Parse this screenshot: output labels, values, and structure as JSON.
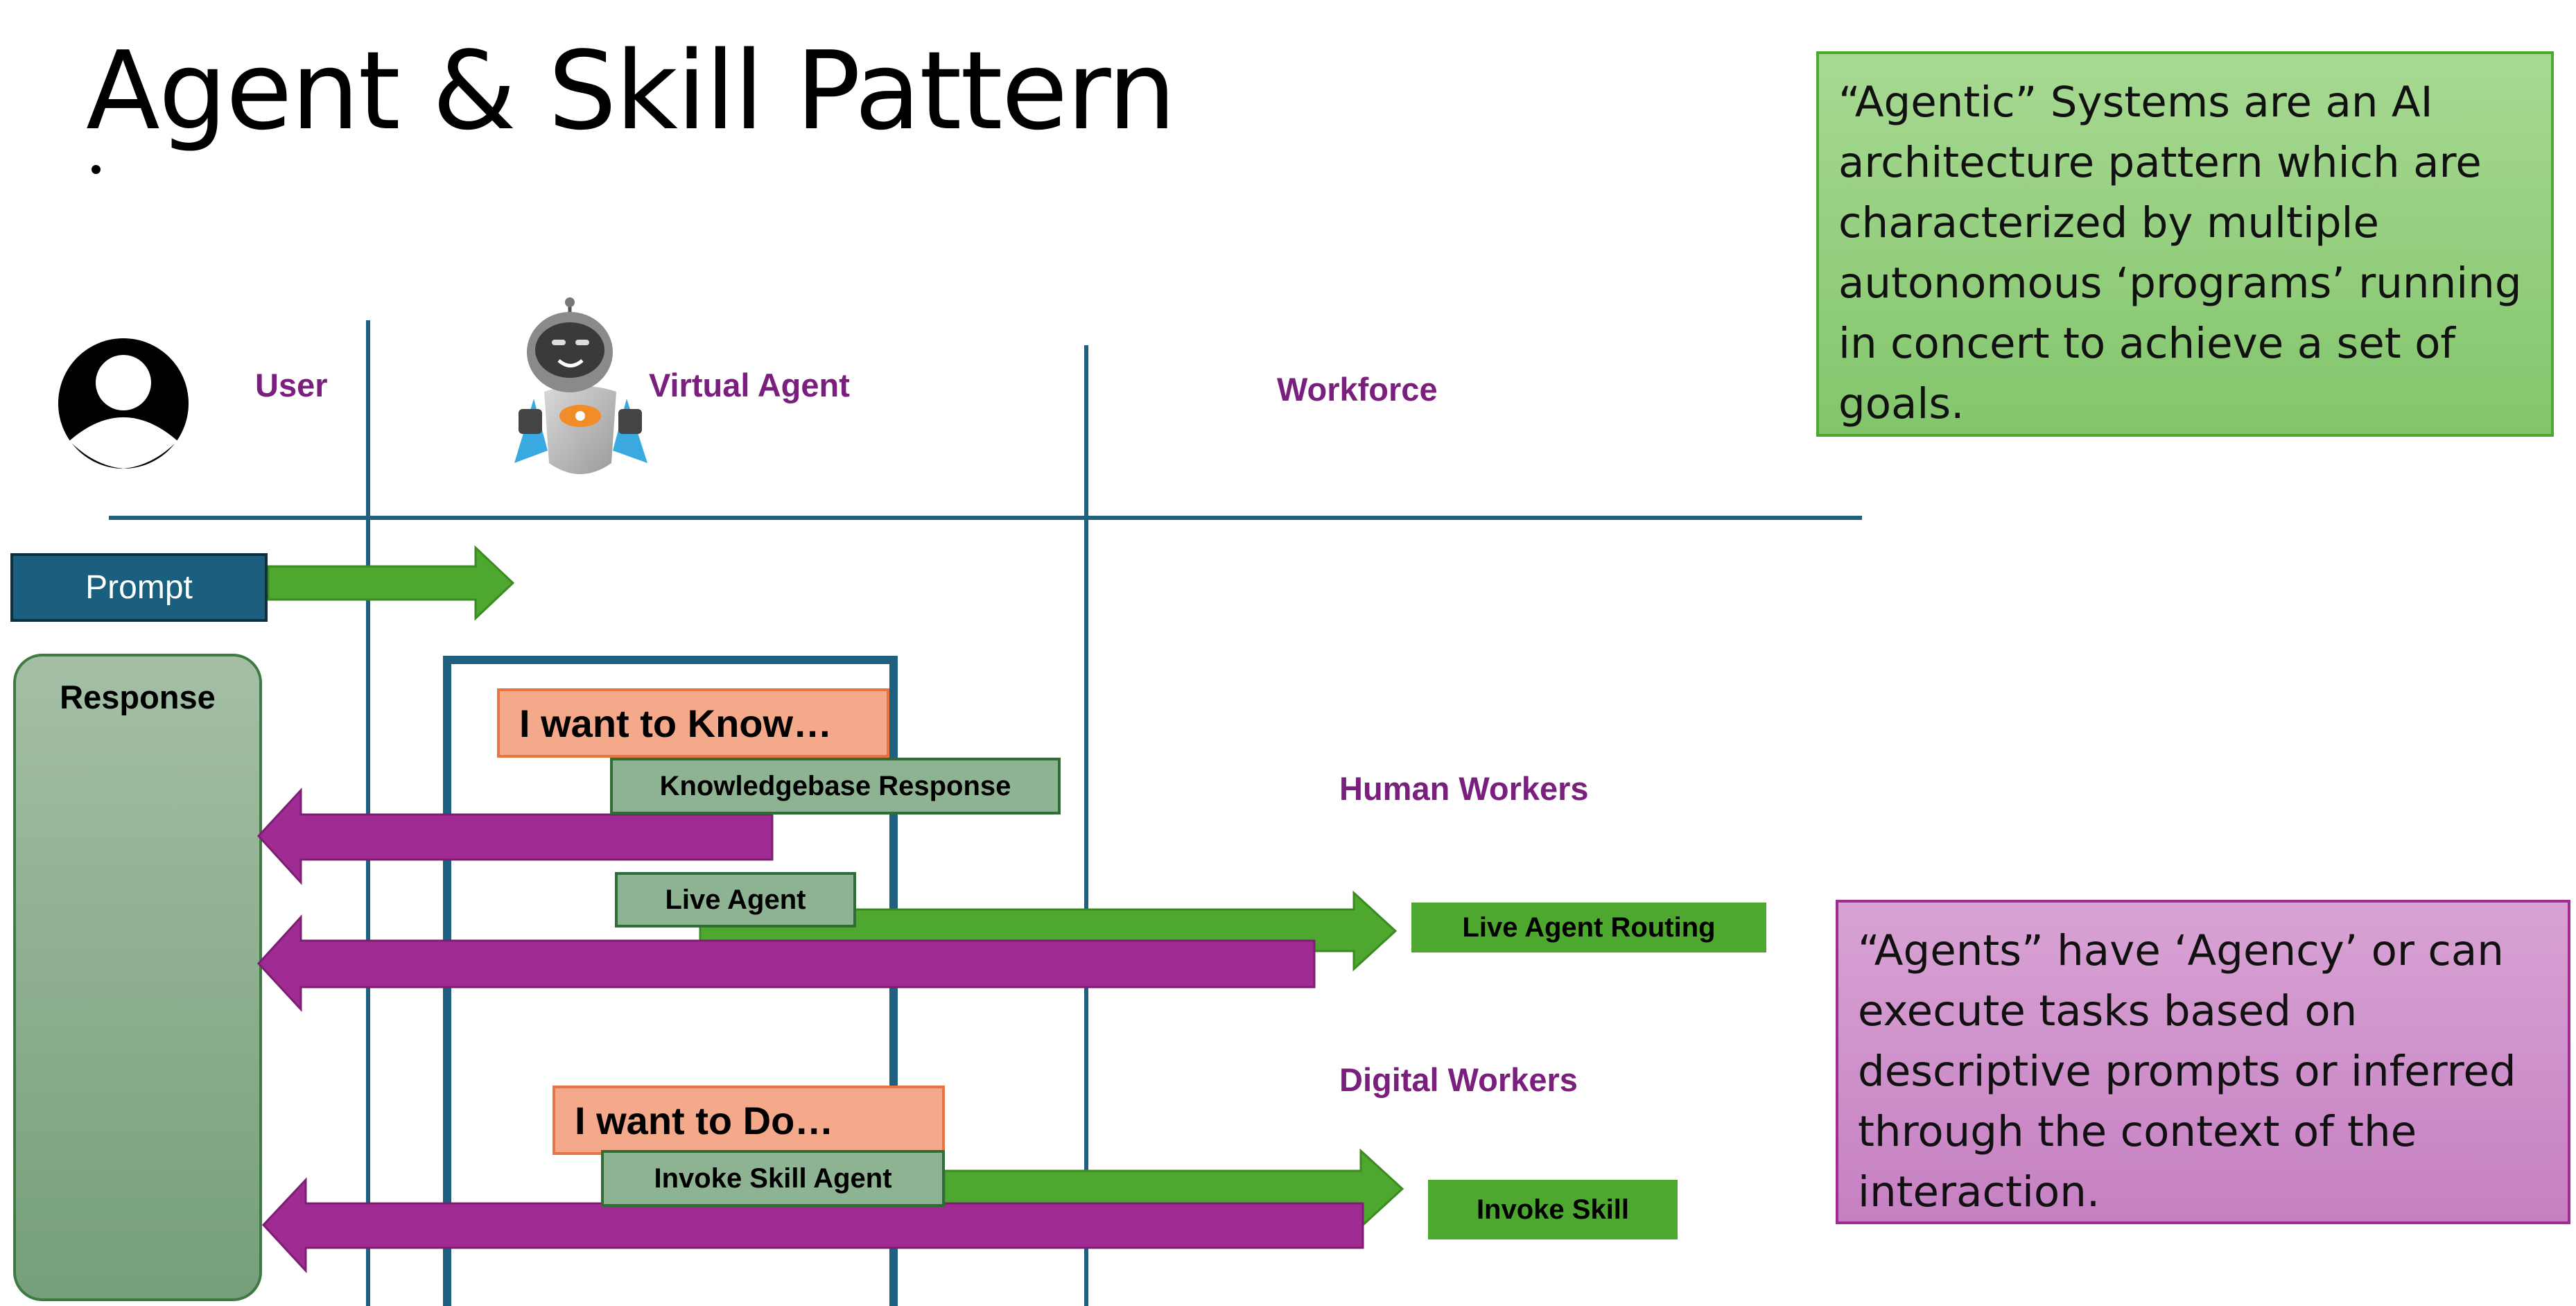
{
  "title": "Agent & Skill Pattern",
  "columns": {
    "user": "User",
    "virtual_agent": "Virtual Agent",
    "workforce": "Workforce"
  },
  "prompt_label": "Prompt",
  "response_label": "Response",
  "know_box": "I want to Know…",
  "knowledgebase_box": "Knowledgebase Response",
  "live_agent_box": "Live Agent",
  "live_agent_routing_box": "Live Agent Routing",
  "do_box": "I want to Do…",
  "invoke_skill_agent_box": "Invoke Skill Agent",
  "invoke_skill_box": "Invoke Skill",
  "human_workers_label": "Human Workers",
  "digital_workers_label": "Digital Workers",
  "note_agentic": "“Agentic” Systems are an AI architecture pattern which are characterized by multiple autonomous ‘programs’ running in concert to achieve a set of goals.",
  "note_agents": "“Agents” have ‘Agency’ or can execute tasks based on descriptive prompts or inferred through the context of the interaction.",
  "colors": {
    "line": "#1f5f7f",
    "green_arrow": "#4ea72e",
    "purple_arrow": "#a02b93",
    "orange_box": "#f4a98a",
    "prompt_box": "#1b5f7e",
    "note_green": "#93cf7d",
    "note_purple": "#cc8fc9"
  },
  "icons": [
    "user-avatar-icon",
    "robot-icon"
  ]
}
